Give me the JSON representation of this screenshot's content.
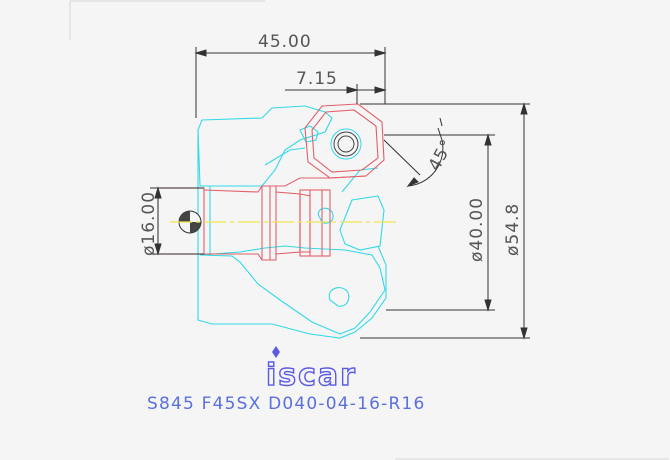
{
  "dimensions": {
    "overall_length": "45.00",
    "offset": "7.15",
    "angle": "45°",
    "shank_diameter": "ø16.00",
    "cut_diameter": "ø40.00",
    "outer_diameter": "ø54.8"
  },
  "brand": {
    "logo_text": "iscar"
  },
  "caption": "S845 F45SX D040-04-16-R16",
  "colors": {
    "body_outline": "#33d9e8",
    "insert_outline": "#e0606a",
    "centerline": "#f0e650",
    "dimension": "#333333",
    "caption": "#5a6fe0",
    "logo": "#5a5ae6"
  }
}
